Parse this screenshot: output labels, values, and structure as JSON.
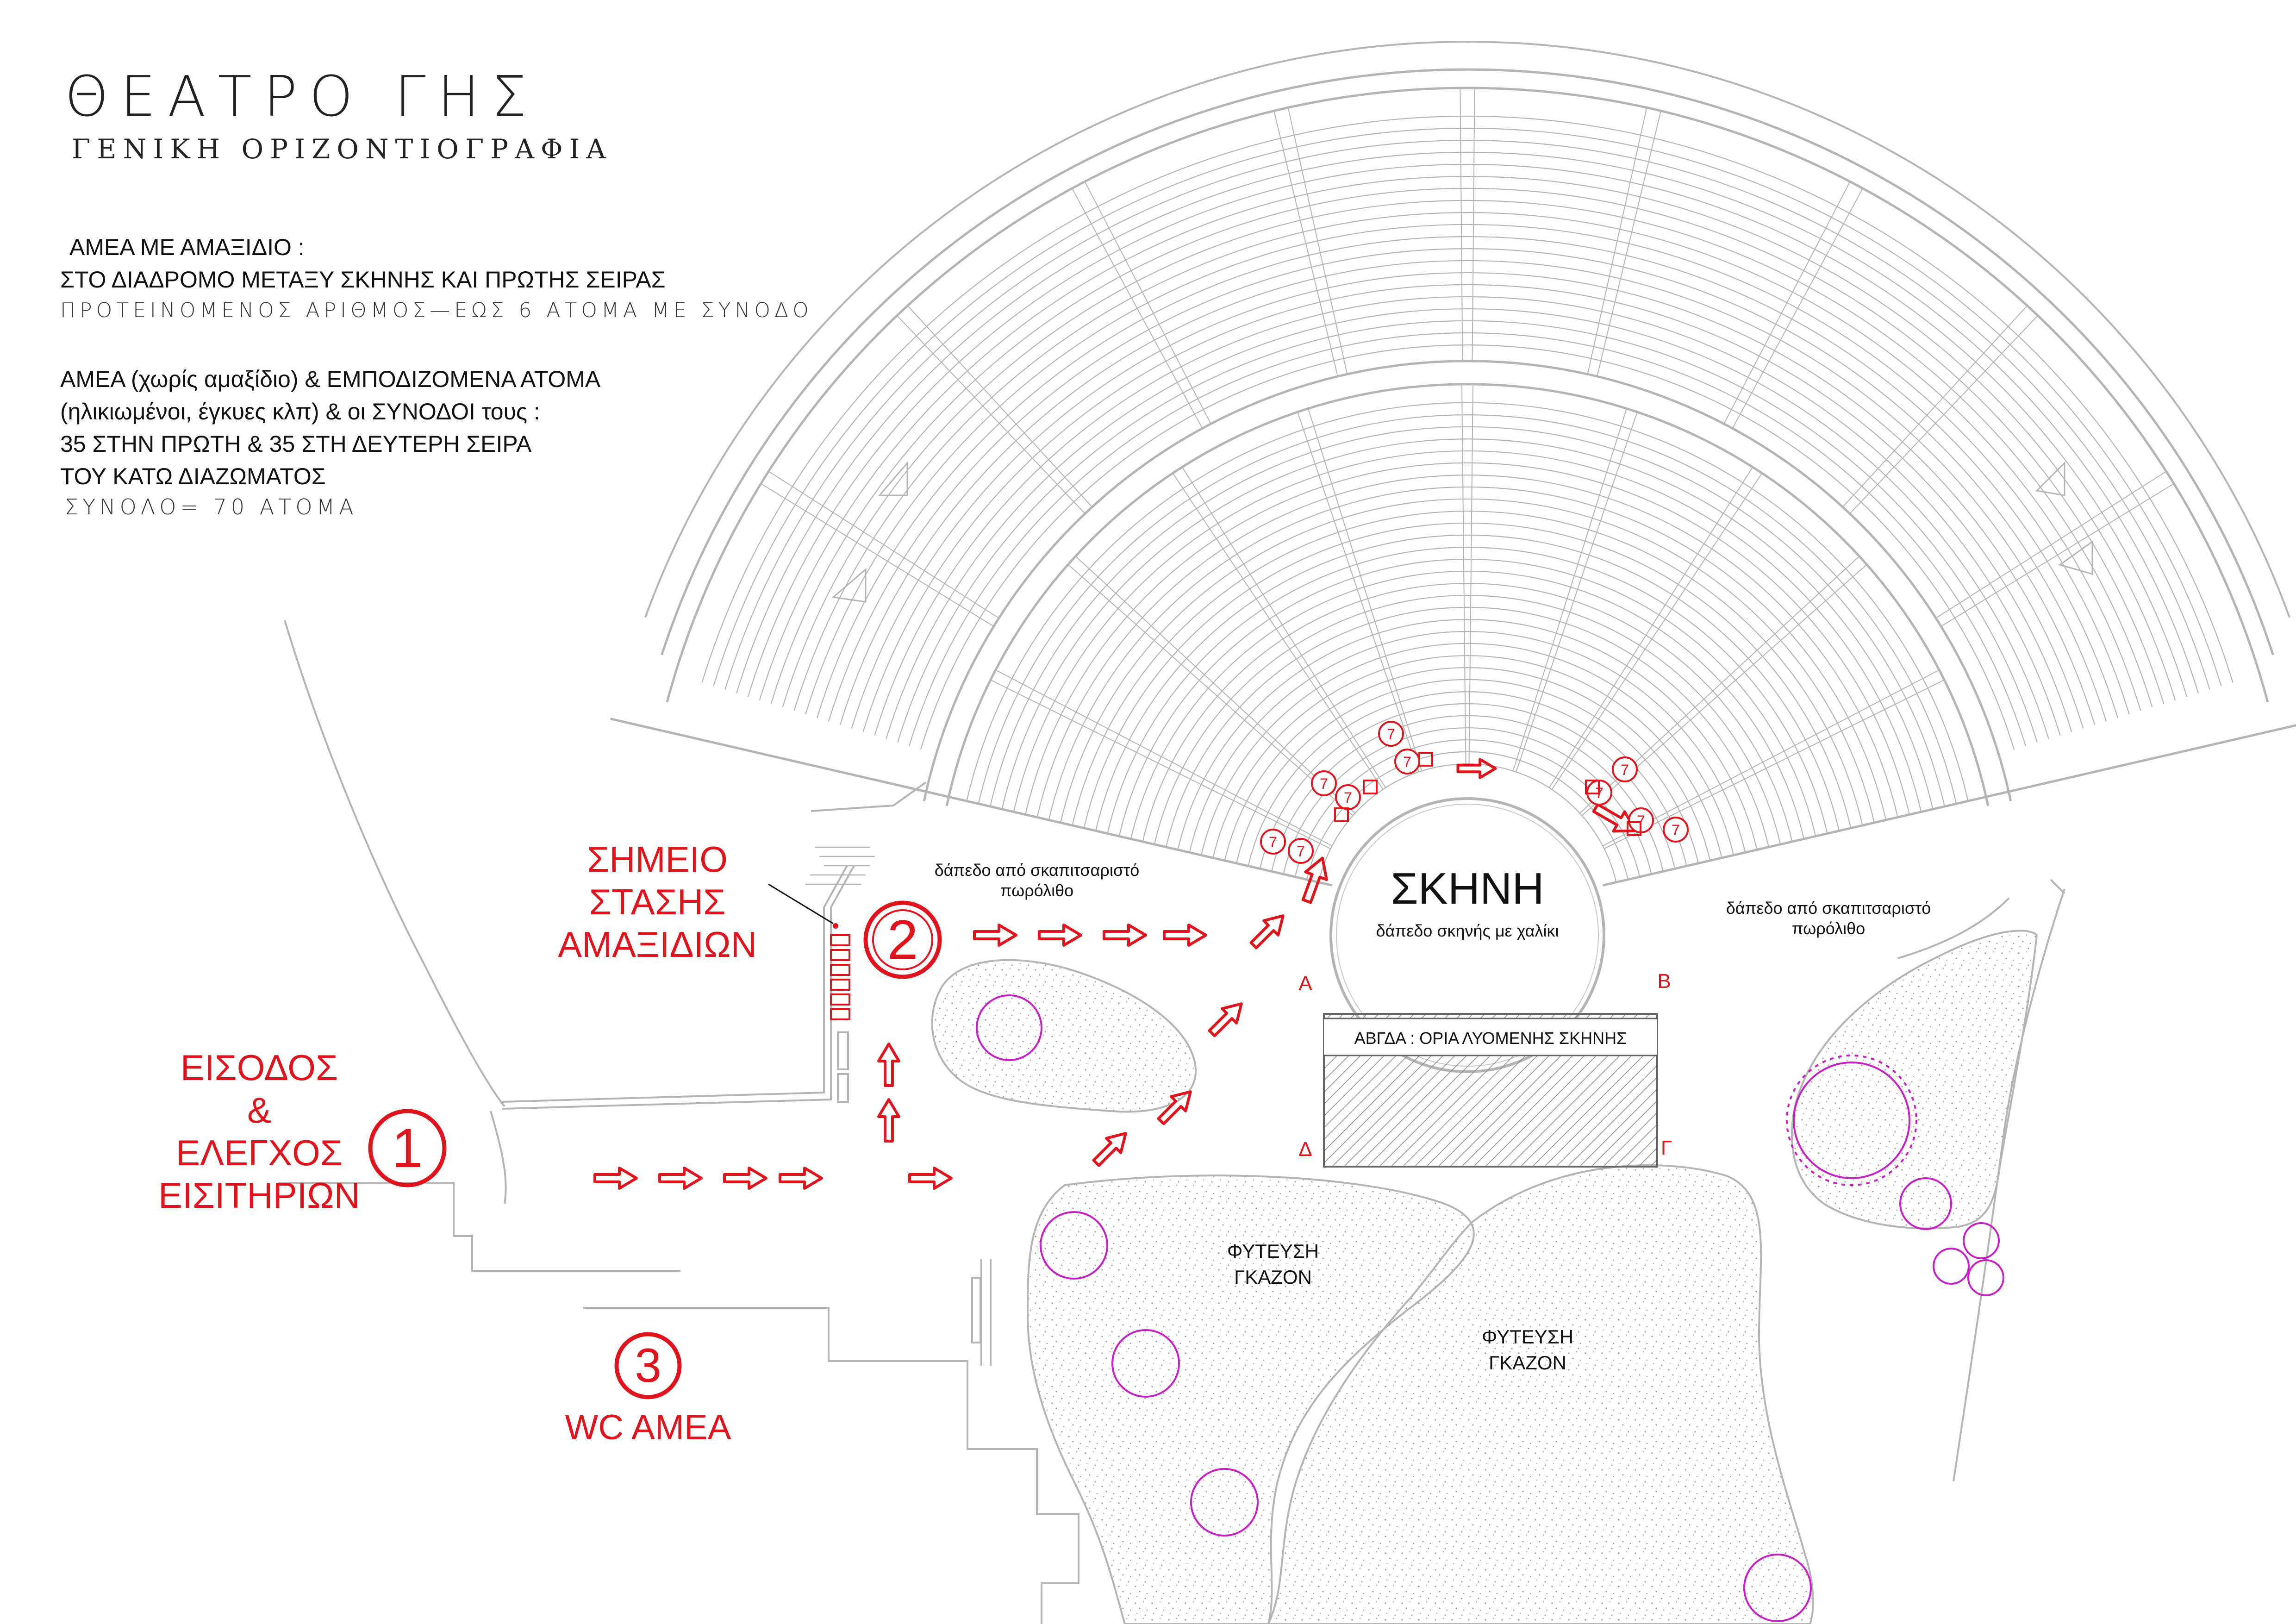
{
  "header": {
    "title": "ΘΕΑΤΡΟ ΓΗΣ",
    "subtitle": "ΓΕΝΙΚΗ ΟΡΙΖΟΝΤΙΟΓΡΑΦΙΑ"
  },
  "notes": {
    "wheelchair_heading": "ΑΜΕΑ ΜΕ ΑΜΑΞΙΔΙΟ :",
    "wheelchair_location": "ΣΤΟ ΔΙΑΔΡΟΜΟ ΜΕΤΑΞΥ ΣΚΗΝΗΣ ΚΑΙ ΠΡΩΤΗΣ ΣΕΙΡΑΣ",
    "wheelchair_capacity": "ΠΡΟΤΕΙΝΟΜΕΝΟΣ ΑΡΙΘΜΟΣ—ΕΩΣ 6 ΑΤΟΜΑ ΜΕ ΣΥΝΟΔΟ",
    "mobility_line1": "ΑΜΕΑ (χωρίς αμαξίδιο) & ΕΜΠΟΔΙΖΟΜΕΝΑ ΑΤΟΜΑ",
    "mobility_line2": "(ηλικιωμένοι, έγκυες κλπ) & οι ΣΥΝΟΔΟΙ τους :",
    "mobility_line3": "35 ΣΤΗΝ ΠΡΩΤΗ & 35 ΣΤΗ ΔΕΥΤΕΡΗ ΣΕΙΡΑ",
    "mobility_line4": "ΤΟΥ ΚΑΤΩ ΔΙΑΖΩΜΑΤΟΣ",
    "total": "ΣΥΝΟΛΟ= 70 ΑΤΟΜΑ"
  },
  "points": {
    "entrance_number": "1",
    "entrance_line1": "ΕΙΣΟΔΟΣ",
    "entrance_line2": "&",
    "entrance_line3": "ΕΛΕΓΧΟΣ",
    "entrance_line4": "ΕΙΣΙΤΗΡΙΩΝ",
    "stop_number": "2",
    "stop_line1": "ΣΗΜΕΙΟ",
    "stop_line2": "ΣΤΑΣΗΣ",
    "stop_line3": "ΑΜΑΞΙΔΙΩΝ",
    "wc_number": "3",
    "wc_label": "WC AMEA"
  },
  "stage": {
    "name": "ΣΚΗΝΗ",
    "floor": "δάπεδο σκηνής με χαλίκι",
    "zone_label": "ΑΒΓΔΑ : ΟΡΙΑ ΛΥΟΜΕΝΗΣ ΣΚΗΝΗΣ",
    "corner_a": "Α",
    "corner_b": "Β",
    "corner_c": "Γ",
    "corner_d": "Δ"
  },
  "paving": {
    "left_line1": "δάπεδο από σκαπιτσαριστό",
    "left_line2": "πωρόλιθο",
    "right_line1": "δάπεδο από σκαπιτσαριστό",
    "right_line2": "πωρόλιθο"
  },
  "lawns": {
    "lawn1_line1": "ΦΥΤΕΥΣΗ",
    "lawn1_line2": "ΓΚΑΖΟΝ",
    "lawn2_line1": "ΦΥΤΕΥΣΗ",
    "lawn2_line2": "ΓΚΑΖΟΝ"
  },
  "seat_marker": "7",
  "colors": {
    "accent_red": "#e0141c",
    "line_grey": "#b4b4b4",
    "tree_magenta": "#c81ec8",
    "hatch_grey": "#8a8a8a",
    "ink": "#111111"
  }
}
